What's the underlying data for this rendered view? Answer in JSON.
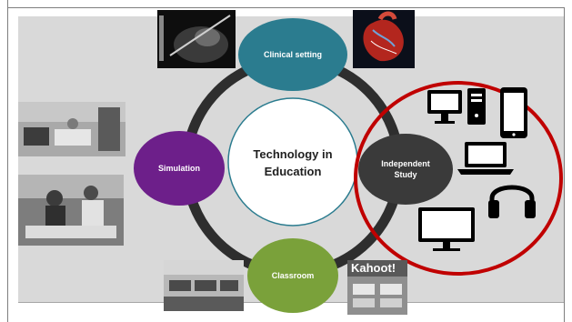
{
  "diagram": {
    "center_label": "Technology in Education",
    "nodes": {
      "clinical": "Clinical setting",
      "simulation": "Simulation",
      "independent": "Independent Study",
      "classroom": "Classroom"
    },
    "logo_text": "Kahoot!"
  },
  "colors": {
    "background": "#d9d9d9",
    "ring": "#2e2e2e",
    "clinical": "#2b7c8f",
    "simulation": "#6d1f8a",
    "independent": "#3a3a3a",
    "classroom": "#7aa13a",
    "highlight_circle": "#c00000"
  },
  "icons": [
    "desktop-computer-icon",
    "smartphone-icon",
    "laptop-icon",
    "headphones-icon",
    "monitor-icon"
  ]
}
